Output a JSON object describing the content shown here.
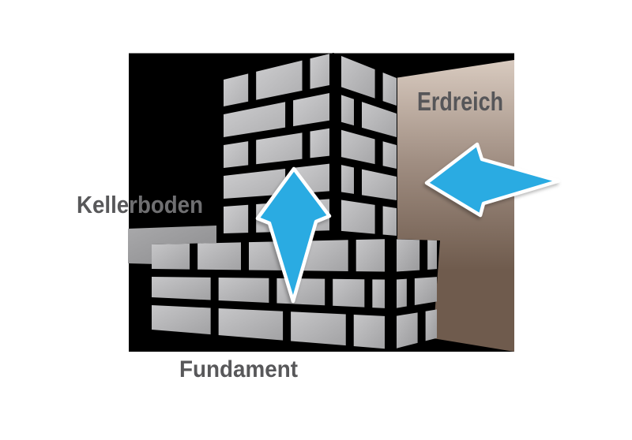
{
  "labels": {
    "kellerboden": "Kellerboden",
    "erdreich": "Erdreich",
    "fundament": "Fundament"
  },
  "colors": {
    "page_white": "#ffffff",
    "background_black": "#000000",
    "mortar_black": "#000000",
    "arrow_blue": "#29abe2",
    "arrow_outline_white": "#ffffff",
    "brick_gray_light": "#cdcdcf",
    "brick_gray_dark": "#a4a4a6",
    "slab_gray_light": "#a9a9ab",
    "slab_gray_dark": "#8d8d8f",
    "soil_brown_top": "#d8cabf",
    "soil_brown_bottom": "#6f5b4d",
    "label_dark_gray": "#58585a",
    "label_on_black_gray": "#6f6f71",
    "erdreich_label_gray": "#565659"
  },
  "arrows": [
    {
      "name": "rising-moisture-arrow",
      "direction": "up"
    },
    {
      "name": "lateral-moisture-arrow",
      "direction": "left"
    }
  ]
}
